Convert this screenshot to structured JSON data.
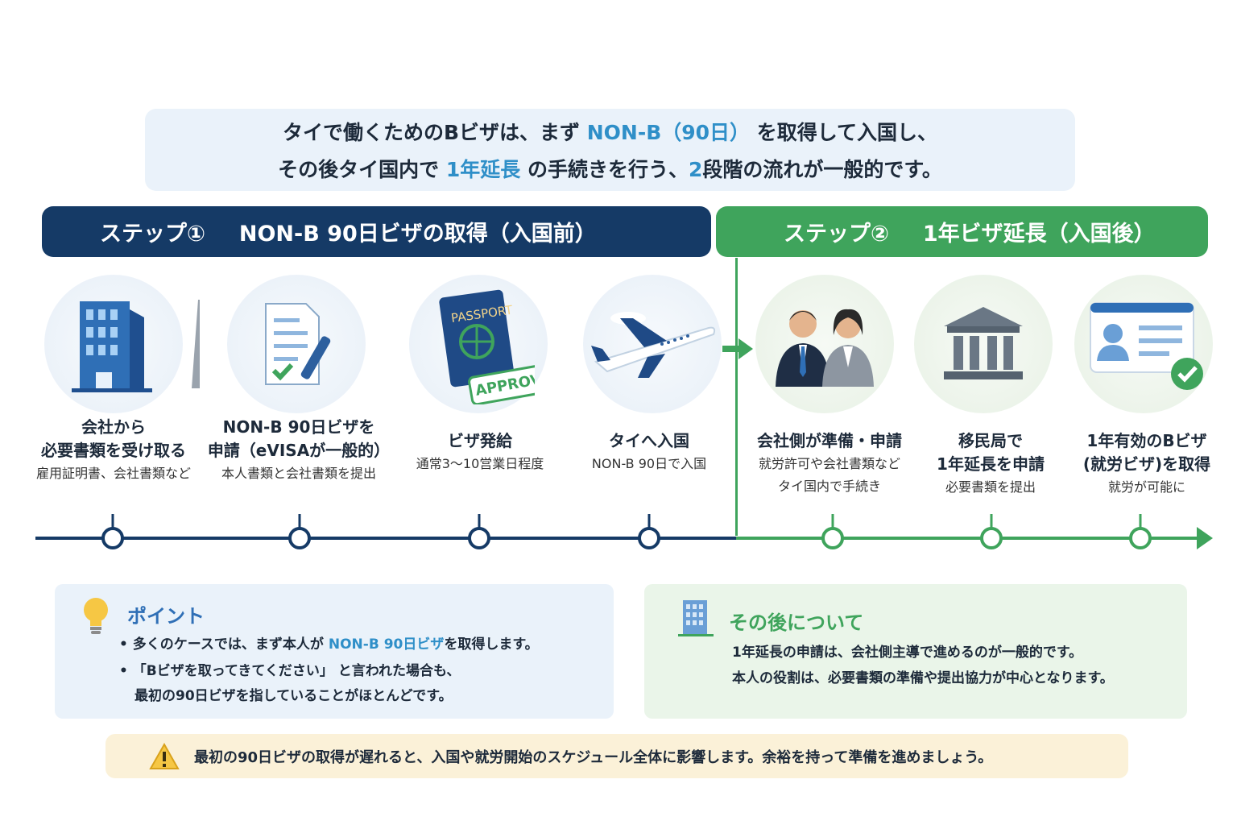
{
  "intro": {
    "line1_a": "タイで働くためのBビザは、まず ",
    "line1_hl": "NON-B（90日）",
    "line1_b": " を取得して入国し、",
    "line2_a": "その後タイ国内で ",
    "line2_hl1": "1年延長",
    "line2_b": " の手続きを行う、",
    "line2_hl2": "2",
    "line2_c": "段階の流れが一般的です。"
  },
  "step1": {
    "num": "ステップ①",
    "title": "NON-B 90日ビザの取得（入国前）"
  },
  "step2": {
    "num": "ステップ②",
    "title": "1年ビザ延長（入国後）"
  },
  "steps": [
    {
      "title1": "会社から",
      "title2": "必要書類を受け取る",
      "sub1": "雇用証明書、会社書類など",
      "sub2": "",
      "icon": "office-building-icon"
    },
    {
      "title1": "NON-B 90日ビザを",
      "title2": "申請（eVISAが一般的）",
      "sub1": "本人書類と会社書類を提出",
      "sub2": "",
      "icon": "application-document-icon"
    },
    {
      "title1": "ビザ発給",
      "title2": "",
      "sub1": "通常3〜10営業日程度",
      "sub2": "",
      "icon": "passport-approved-icon"
    },
    {
      "title1": "タイへ入国",
      "title2": "",
      "sub1": "NON-B  90日で入国",
      "sub2": "",
      "icon": "airplane-icon"
    },
    {
      "title1": "会社側が準備・申請",
      "title2": "",
      "sub1": "就労許可や会社書類など",
      "sub2": "タイ国内で手続き",
      "icon": "company-staff-icon"
    },
    {
      "title1": "移民局で",
      "title2": "1年延長を申請",
      "sub1": "必要書類を提出",
      "sub2": "",
      "icon": "immigration-office-icon"
    },
    {
      "title1": "1年有効のBビザ",
      "title2": "(就労ビザ)を取得",
      "sub1": "就労が可能に",
      "sub2": "",
      "icon": "id-card-check-icon"
    }
  ],
  "passport": {
    "label": "PASSPORT",
    "stamp": "APPROVED"
  },
  "point": {
    "title": "ポイント",
    "b1_a": "• 多くのケースでは、まず本人が ",
    "b1_hl": "NON-B 90日ビザ",
    "b1_b": "を取得します。",
    "b2": "• 「Bビザを取ってきてください」 と言われた場合も、",
    "b3": "最初の90日ビザを指していることがほとんどです。"
  },
  "after": {
    "title": "その後について",
    "l1": "1年延長の申請は、会社側主導で進めるのが一般的です。",
    "l2": "本人の役割は、必要書類の準備や提出協力が中心となります。"
  },
  "warning": "最初の90日ビザの取得が遅れると、入国や就労開始のスケジュール全体に影響します。余裕を持って準備を進めましょう。",
  "colors": {
    "navy": "#153a66",
    "green": "#3fa45c",
    "highlight_blue": "#2f8fc8",
    "panel_blue": "#eaf2fa",
    "panel_green": "#eaf5e9",
    "warning_bg": "#fbf1d8"
  }
}
